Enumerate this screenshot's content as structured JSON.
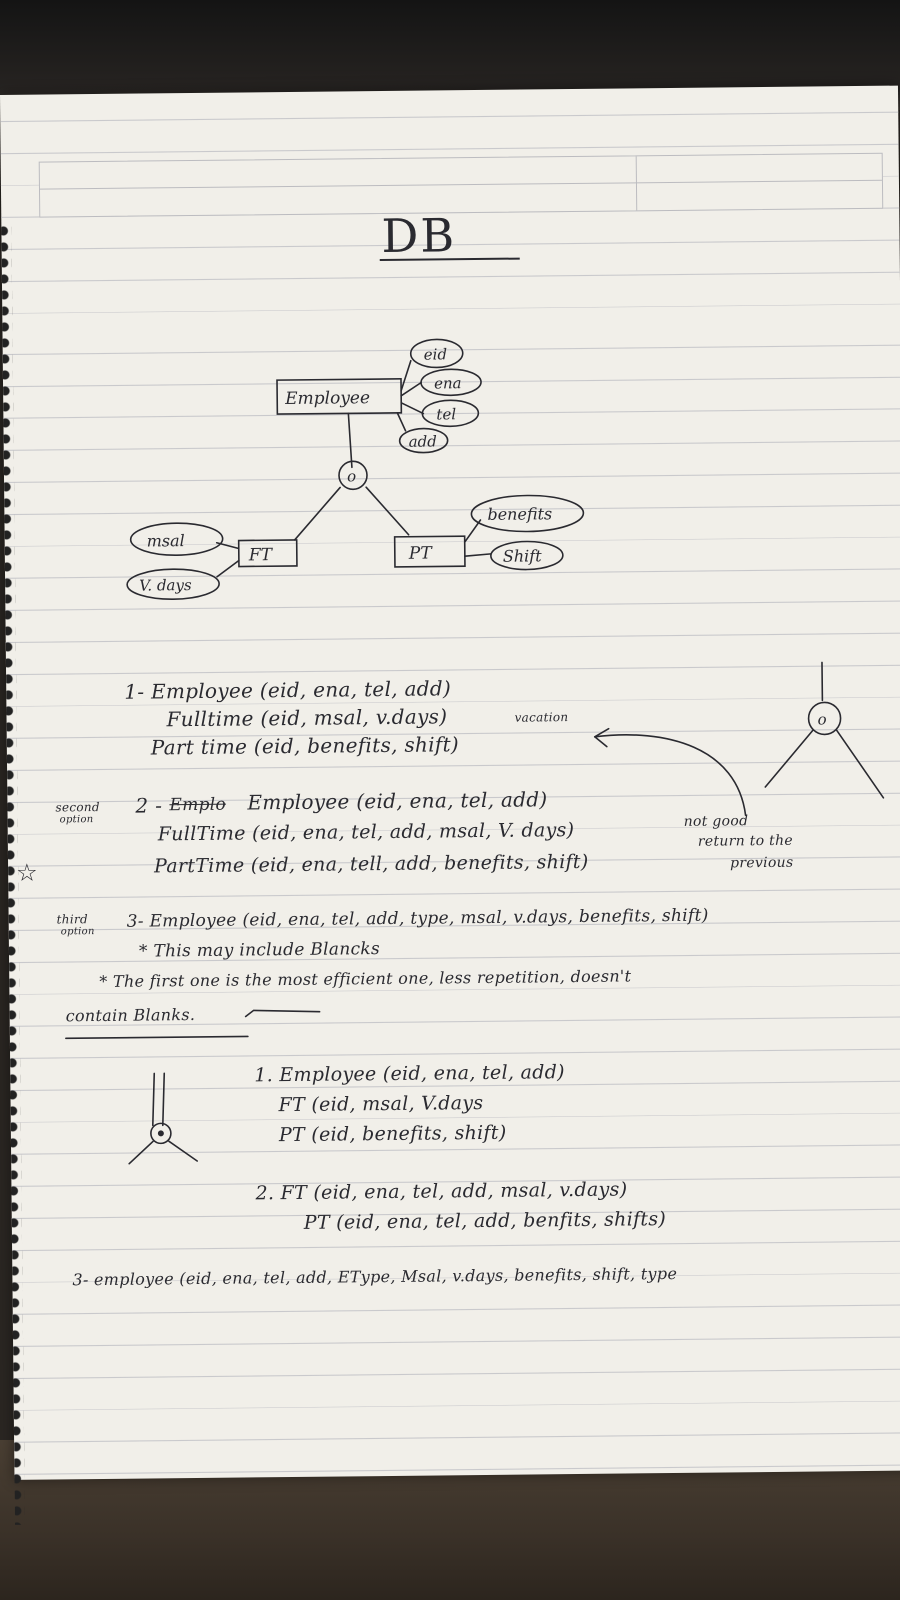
{
  "title": "DB",
  "diagram": {
    "entity": "Employee",
    "attributes": [
      "eid",
      "ena",
      "tel",
      "add"
    ],
    "subtype_ft": "FT",
    "subtype_pt": "PT",
    "ft_attributes": [
      "msal",
      "V. days"
    ],
    "pt_attributes": [
      "benefits",
      "Shift"
    ]
  },
  "option1": {
    "line1": "1- Employee (eid, ena, tel, add)",
    "line2": "Fulltime (eid, msal, v.days)",
    "vacation_note": "vacation",
    "line3": "Part time (eid, benefits, shift)"
  },
  "option2": {
    "margin_label_1": "second",
    "margin_label_2": "option",
    "struck": "Emplo",
    "line1_num": "2 -",
    "line1": "Employee (eid, ena, tel, add)",
    "line2": "FullTime (eid, ena, tel, add, msal, V. days)",
    "line3": "PartTime (eid, ena, tell, add, benefits, shift)",
    "star": "☆",
    "side_note_1": "not good",
    "side_note_2": "return to the",
    "side_note_3": "previous"
  },
  "option3": {
    "margin_label_1": "third",
    "margin_label_2": "option",
    "line1": "3- Employee (eid, ena, tel, add, type, msal, v.days, benefits, shift)",
    "note1": "* This may include Blancks",
    "note2": "* The first one is the most efficient one, less repetition, doesn't",
    "note3": "contain Blanks."
  },
  "summary": {
    "s1_line1": "1. Employee (eid, ena, tel, add)",
    "s1_line2": "FT (eid, msal, V.days",
    "s1_line3": "PT (eid, benefits, shift)",
    "s2_line1": "2. FT (eid, ena, tel, add, msal, v.days)",
    "s2_line2": "PT (eid, ena, tel, add, benfits, shifts)",
    "s3_line1": "3- employee (eid, ena, tel, add, EType, Msal, v.days, benefits, shift, type"
  }
}
